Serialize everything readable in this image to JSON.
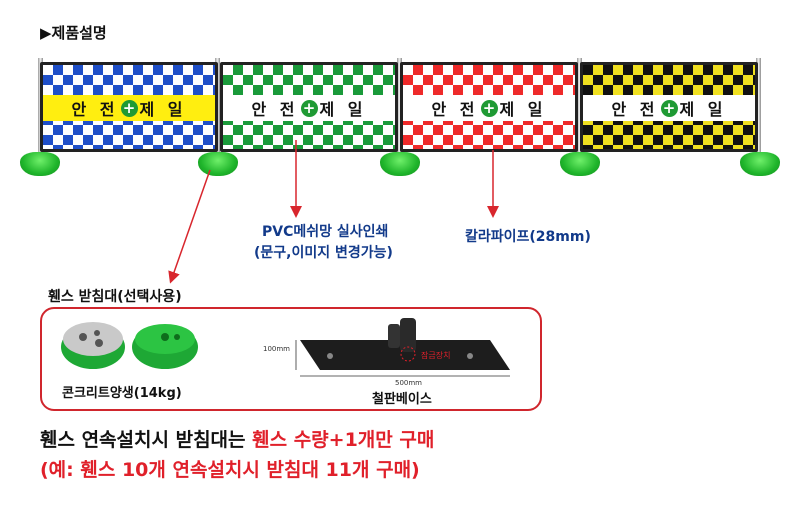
{
  "title": "▶제품설명",
  "panels": [
    {
      "text_left": "안 전",
      "text_right": "제 일",
      "check": "#1f4fc8",
      "band": "#ffee10"
    },
    {
      "text_left": "안 전",
      "text_right": "제 일",
      "check": "#1a9a3a",
      "band": "#ffffff"
    },
    {
      "text_left": "안 전",
      "text_right": "제 일",
      "check": "#ee2a2a",
      "band": "#ffffff"
    },
    {
      "text_left": "안 전",
      "text_right": "제 일",
      "check": "#f0e020",
      "check2": "#111111",
      "band": "#ffffff"
    }
  ],
  "callouts": {
    "pvc_line1": "PVC메쉬망 실사인쇄",
    "pvc_line2": "(문구,이미지 변경가능)",
    "pipe": "칼라파이프(28mm)"
  },
  "stand": {
    "heading": "휀스 받침대(선택사용)",
    "concrete_label": "콘크리트양생(14kg)",
    "steel_label": "철판베이스",
    "dim_height": "100mm",
    "dim_width": "500mm",
    "lock_label": "잠금장치"
  },
  "notice": {
    "line1_black": "휀스 연속설치시 받침대는 ",
    "line1_red": "휀스 수량+1개만 구매",
    "line2": "(예: 휀스 10개 연속설치시 받침대 11개 구매)"
  }
}
